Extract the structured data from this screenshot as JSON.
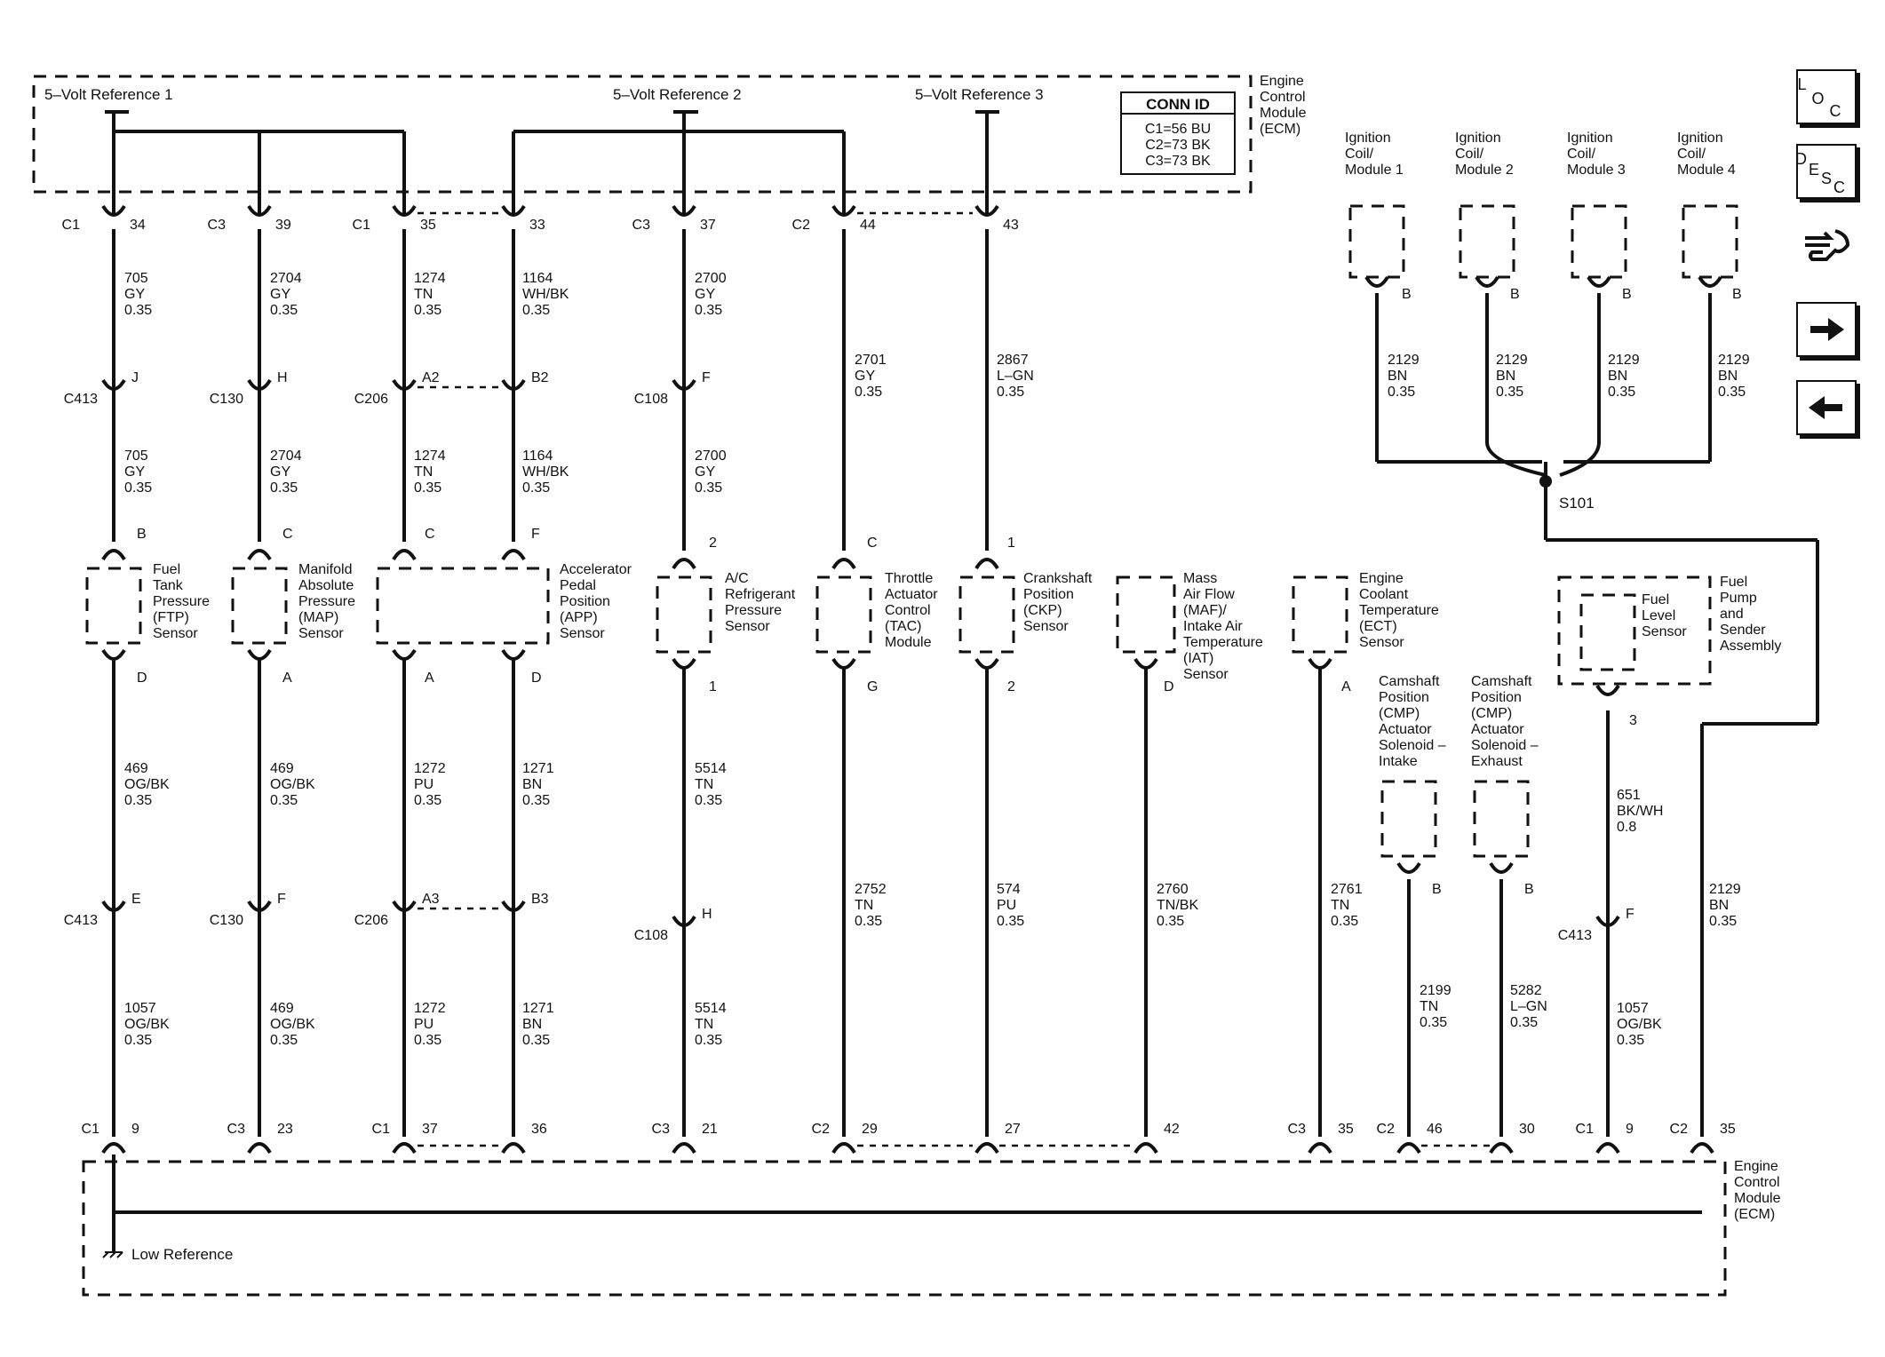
{
  "ecm_title": [
    "Engine",
    "Control",
    "Module",
    "(ECM)"
  ],
  "references": {
    "ref1": "5–Volt Reference 1",
    "ref2": "5–Volt Reference 2",
    "ref3": "5–Volt Reference 3",
    "low": "Low Reference"
  },
  "conn_id": {
    "title": "CONN ID",
    "rows": [
      "C1=56 BU",
      "C2=73 BK",
      "C3=73 BK"
    ]
  },
  "nav_buttons": {
    "loc": [
      "L",
      "O",
      "C"
    ],
    "desc": [
      "D",
      "E",
      "S",
      "C"
    ]
  },
  "splice": "S101",
  "connectors_top": [
    {
      "conn": "C1",
      "pin": "34"
    },
    {
      "conn": "C3",
      "pin": "39"
    },
    {
      "conn": "C1",
      "pin": "35"
    },
    {
      "conn": "",
      "pin": "33"
    },
    {
      "conn": "C3",
      "pin": "37"
    },
    {
      "conn": "C2",
      "pin": "44"
    },
    {
      "conn": "",
      "pin": "43"
    }
  ],
  "connectors_bottom": [
    {
      "conn": "C1",
      "pin": "9"
    },
    {
      "conn": "C3",
      "pin": "23"
    },
    {
      "conn": "C1",
      "pin": "37"
    },
    {
      "conn": "",
      "pin": "36"
    },
    {
      "conn": "C3",
      "pin": "21"
    },
    {
      "conn": "C2",
      "pin": "29"
    },
    {
      "conn": "",
      "pin": "27"
    },
    {
      "conn": "",
      "pin": "42"
    },
    {
      "conn": "C3",
      "pin": "35"
    },
    {
      "conn": "C2",
      "pin": "46"
    },
    {
      "conn": "",
      "pin": "30"
    },
    {
      "conn": "C1",
      "pin": "9"
    },
    {
      "conn": "C2",
      "pin": "35"
    }
  ],
  "inline_connectors": [
    {
      "conn": "C413",
      "pin": "J"
    },
    {
      "conn": "C130",
      "pin": "H"
    },
    {
      "conn": "C206",
      "pin": "A2"
    },
    {
      "conn": "",
      "pin": "B2"
    },
    {
      "conn": "C108",
      "pin": "F"
    },
    {
      "conn": "C413",
      "pin": "E"
    },
    {
      "conn": "C130",
      "pin": "F"
    },
    {
      "conn": "C206",
      "pin": "A3"
    },
    {
      "conn": "",
      "pin": "B3"
    },
    {
      "conn": "C108",
      "pin": "H"
    },
    {
      "conn": "C413",
      "pin": "F"
    }
  ],
  "wires": [
    [
      "705",
      "GY",
      "0.35"
    ],
    [
      "2704",
      "GY",
      "0.35"
    ],
    [
      "1274",
      "TN",
      "0.35"
    ],
    [
      "1164",
      "WH/BK",
      "0.35"
    ],
    [
      "2700",
      "GY",
      "0.35"
    ],
    [
      "2701",
      "GY",
      "0.35"
    ],
    [
      "2867",
      "L–GN",
      "0.35"
    ],
    [
      "705",
      "GY",
      "0.35"
    ],
    [
      "2704",
      "GY",
      "0.35"
    ],
    [
      "1274",
      "TN",
      "0.35"
    ],
    [
      "1164",
      "WH/BK",
      "0.35"
    ],
    [
      "2700",
      "GY",
      "0.35"
    ],
    [
      "469",
      "OG/BK",
      "0.35"
    ],
    [
      "469",
      "OG/BK",
      "0.35"
    ],
    [
      "1272",
      "PU",
      "0.35"
    ],
    [
      "1271",
      "BN",
      "0.35"
    ],
    [
      "5514",
      "TN",
      "0.35"
    ],
    [
      "2752",
      "TN",
      "0.35"
    ],
    [
      "574",
      "PU",
      "0.35"
    ],
    [
      "2760",
      "TN/BK",
      "0.35"
    ],
    [
      "2761",
      "TN",
      "0.35"
    ],
    [
      "1057",
      "OG/BK",
      "0.35"
    ],
    [
      "469",
      "OG/BK",
      "0.35"
    ],
    [
      "1272",
      "PU",
      "0.35"
    ],
    [
      "1271",
      "BN",
      "0.35"
    ],
    [
      "5514",
      "TN",
      "0.35"
    ],
    [
      "2199",
      "TN",
      "0.35"
    ],
    [
      "5282",
      "L–GN",
      "0.35"
    ],
    [
      "651",
      "BK/WH",
      "0.8"
    ],
    [
      "1057",
      "OG/BK",
      "0.35"
    ],
    [
      "2129",
      "BN",
      "0.35"
    ],
    [
      "2129",
      "BN",
      "0.35"
    ],
    [
      "2129",
      "BN",
      "0.35"
    ],
    [
      "2129",
      "BN",
      "0.35"
    ],
    [
      "2129",
      "BN",
      "0.35"
    ]
  ],
  "component_pins": [
    "B",
    "C",
    "C",
    "F",
    "2",
    "C",
    "1",
    "D",
    "A",
    "A",
    "D",
    "1",
    "G",
    "2",
    "D",
    "A",
    "B",
    "B",
    "B",
    "B",
    "B",
    "B",
    "3"
  ],
  "components": {
    "ftp": [
      "Fuel",
      "Tank",
      "Pressure",
      "(FTP)",
      "Sensor"
    ],
    "map": [
      "Manifold",
      "Absolute",
      "Pressure",
      "(MAP)",
      "Sensor"
    ],
    "app": [
      "Accelerator",
      "Pedal",
      "Position",
      "(APP)",
      "Sensor"
    ],
    "ac": [
      "A/C",
      "Refrigerant",
      "Pressure",
      "Sensor"
    ],
    "tac": [
      "Throttle",
      "Actuator",
      "Control",
      "(TAC)",
      "Module"
    ],
    "ckp": [
      "Crankshaft",
      "Position",
      "(CKP)",
      "Sensor"
    ],
    "maf": [
      "Mass",
      "Air Flow",
      "(MAF)/",
      "Intake Air",
      "Temperature",
      "(IAT)",
      "Sensor"
    ],
    "ect": [
      "Engine",
      "Coolant",
      "Temperature",
      "(ECT)",
      "Sensor"
    ],
    "cmp_in": [
      "Camshaft",
      "Position",
      "(CMP)",
      "Actuator",
      "Solenoid –",
      "Intake"
    ],
    "cmp_ex": [
      "Camshaft",
      "Position",
      "(CMP)",
      "Actuator",
      "Solenoid –",
      "Exhaust"
    ],
    "fuel_level": [
      "Fuel",
      "Level",
      "Sensor"
    ],
    "fuel_pump": [
      "Fuel",
      "Pump",
      "and",
      "Sender",
      "Assembly"
    ],
    "coil1": [
      "Ignition",
      "Coil/",
      "Module 1"
    ],
    "coil2": [
      "Ignition",
      "Coil/",
      "Module 2"
    ],
    "coil3": [
      "Ignition",
      "Coil/",
      "Module 3"
    ],
    "coil4": [
      "Ignition",
      "Coil/",
      "Module 4"
    ]
  }
}
